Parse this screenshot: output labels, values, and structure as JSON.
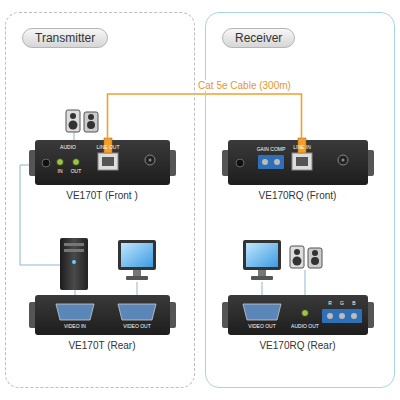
{
  "diagram": {
    "nodes": [
      {
        "text": [
          "Transmitter"
        ]
      },
      {
        "text": [
          "Receiver"
        ]
      },
      {
        "text": [
          "VE170T (Front )"
        ],
        "in": 0
      },
      {
        "text": [
          "VE170RQ (Front)"
        ],
        "in": 1
      },
      {
        "text": [
          "VE170T (Rear)"
        ],
        "in": 0
      },
      {
        "text": [
          "VE170RQ (Rear)"
        ],
        "in": 1
      }
    ],
    "edges": [
      {
        "from": 2,
        "to": 3,
        "arrow": "none",
        "label": "Cat 5e Cable (300m)"
      }
    ],
    "labels": [
      "AUDIO",
      "IN",
      "OUT",
      "LINE OUT",
      "GAIN COMP",
      "LINE IN",
      "VIDEO IN",
      "VIDEO OUT",
      "VIDEO OUT",
      "AUDIO OUT",
      "R",
      "G",
      "B"
    ]
  }
}
